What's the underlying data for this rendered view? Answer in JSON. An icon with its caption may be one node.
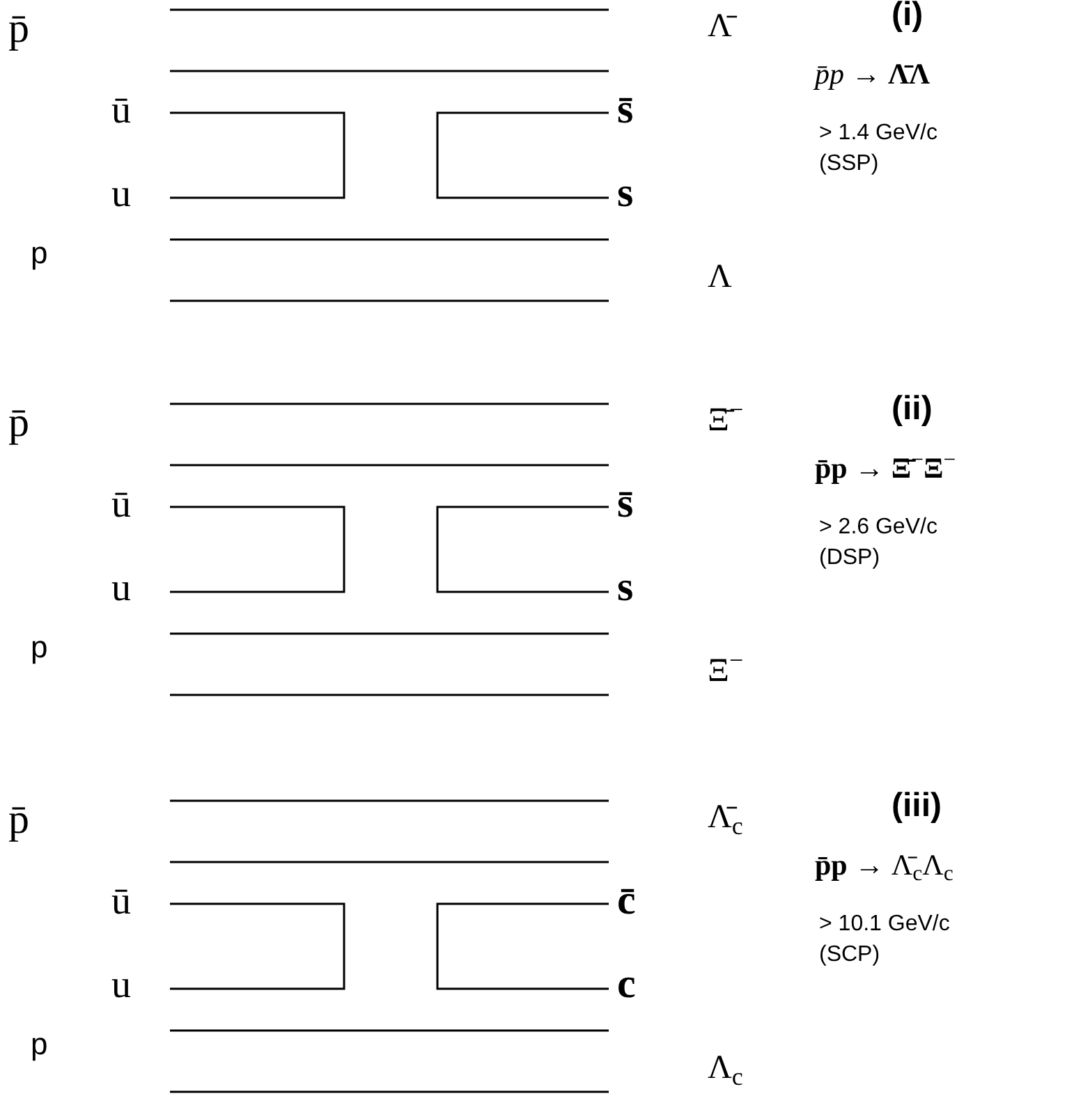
{
  "diagram": {
    "labels": [
      "p̄",
      "ū",
      "u",
      "p",
      "s̄",
      "s",
      "Λ̄",
      "Λ",
      "(i)",
      "*p̄p* → **Λ̄Λ**",
      "> 1.4 GeV/c",
      "(SSP)",
      "p̄",
      "ū",
      "u",
      "p",
      "s̄",
      "s",
      "Ξ̄$^{−}$",
      "Ξ$^{−}$",
      "(ii)",
      "**p̄p** → **Ξ̄**$^{−}$**Ξ**$^{−}$",
      "> 2.6 GeV/c",
      "(DSP)",
      "p̄",
      "ū",
      "u",
      "p",
      "c̄",
      "c",
      "Λ̄$_{c}$",
      "Λ$_{c}$",
      "(iii)",
      "**p̄p** → Λ̄$_{c}$Λ$_{c}$",
      "> 10.1 GeV/c",
      "(SCP)"
    ]
  }
}
